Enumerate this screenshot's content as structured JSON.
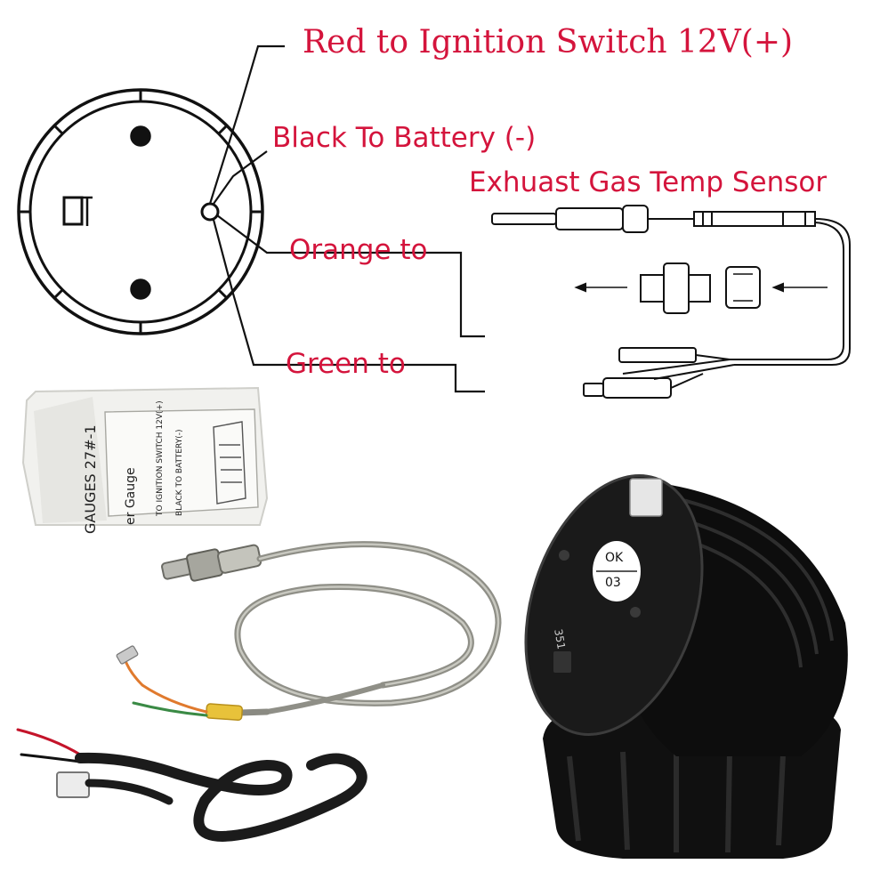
{
  "labels": {
    "red_wire": "Red to Ignition Switch 12V(+)",
    "black_wire": "Black To Battery (-)",
    "sensor": "Exhuast Gas Temp Sensor",
    "orange_wire": "Orange to",
    "green_wire": "Green to"
  },
  "manual_text": {
    "title": "GAUGES  27#-1",
    "subtitle": "er Gauge",
    "line1": "TO IGNITION SWITCH 12V(+)",
    "line2": "BLACK TO BATTERY(-)"
  },
  "gauge_sticker": {
    "top": "OK",
    "bottom": "03"
  },
  "gauge_number": "351",
  "colors": {
    "label_red": "#d4143c",
    "line": "#111111",
    "gauge_body": "#141414",
    "braided_cable": "#9a9a92",
    "orange_wire": "#e07a2e",
    "green_wire": "#3a8a45"
  }
}
